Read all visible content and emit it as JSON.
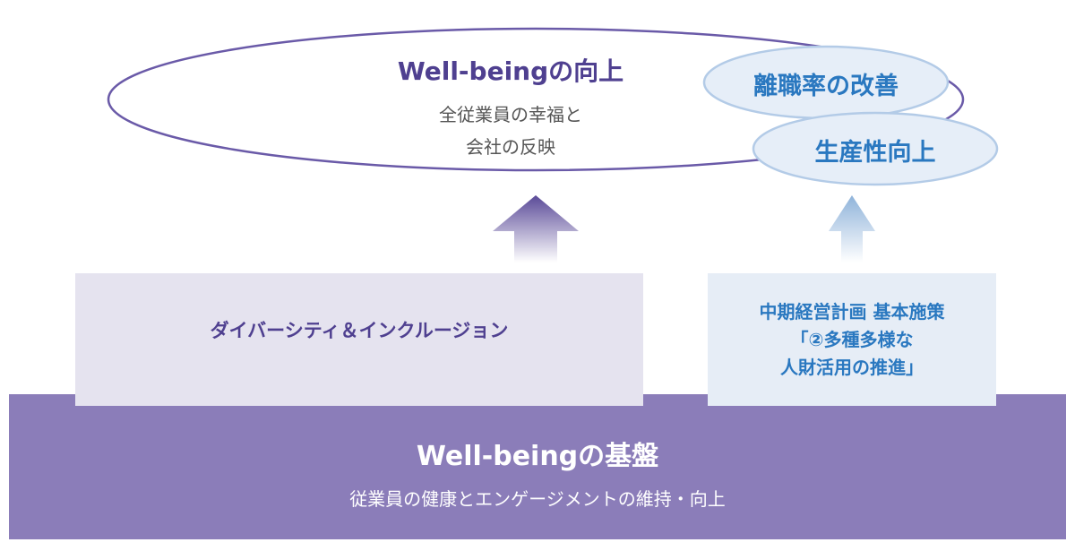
{
  "top": {
    "title": "Well-beingの向上",
    "subtitle_line1": "全従業員の幸福と",
    "subtitle_line2": "会社の反映"
  },
  "bubbles": {
    "turnover": "離職率の改善",
    "productivity": "生産性向上"
  },
  "pillars": {
    "dei": "ダイバーシティ＆インクルージョン",
    "plan_line1": "中期経営計画 基本施策",
    "plan_line2": "「②多種多様な",
    "plan_line3": "人財活用の推進」"
  },
  "base": {
    "title": "Well-beingの基盤",
    "subtitle": "従業員の健康とエンゲージメントの維持・向上"
  },
  "colors": {
    "purple_text": "#4f4090",
    "blue_text": "#2a78c0",
    "base_fill": "#8b7db9",
    "dei_fill": "#e5e3ef",
    "plan_fill": "#e6edf6"
  }
}
